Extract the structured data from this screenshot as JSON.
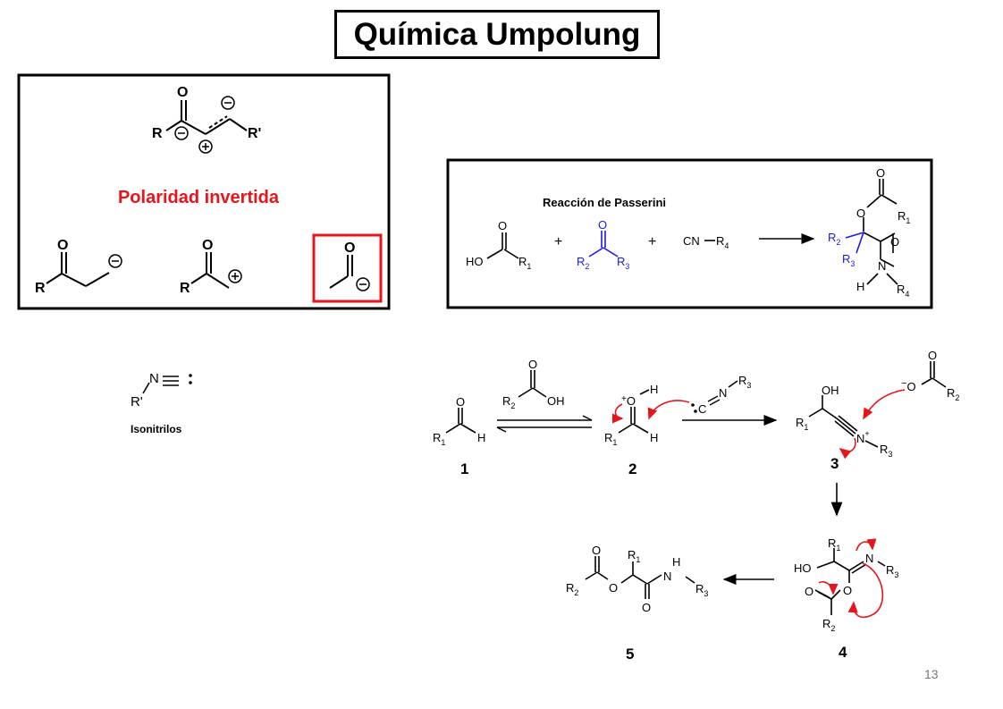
{
  "title": "Química Umpolung",
  "umpolung_box": {
    "polarity_label": "Polaridad invertida",
    "enone": {
      "r": "R",
      "r_prime": "R'",
      "o": "O"
    },
    "example_r": "R",
    "o": "O"
  },
  "passerini_box": {
    "title": "Reacción de Passerini",
    "acid": {
      "ho": "HO",
      "o": "O",
      "r": "R",
      "sub": "1"
    },
    "plus": "+",
    "ketone": {
      "o": "O",
      "r2": "R",
      "r2_sub": "2",
      "r3": "R",
      "r3_sub": "3"
    },
    "isonitrile": {
      "cn": "CN",
      "r": "R",
      "sub": "4"
    },
    "product": {
      "o": "O",
      "r1": "R",
      "r1_sub": "1",
      "r2": "R",
      "r2_sub": "2",
      "r3": "R",
      "r3_sub": "3",
      "h": "H",
      "n": "N",
      "r4": "R",
      "r4_sub": "4"
    }
  },
  "isonitrile_label": "Isonitrilos",
  "isonitrile_structure": {
    "n": "N",
    "r": "R'"
  },
  "mechanism": {
    "labels": [
      "1",
      "2",
      "3",
      "4",
      "5"
    ],
    "c1": {
      "o": "O",
      "r": "R",
      "sub": "1",
      "h": "H"
    },
    "acid": {
      "o": "O",
      "r": "R",
      "sub": "2",
      "oh": "OH"
    },
    "c2": {
      "oh": "O",
      "h": "H",
      "r": "R",
      "sub": "1",
      "hb": "H"
    },
    "iso": {
      "c": "C",
      "n": "N",
      "r": "R",
      "sub": "3"
    },
    "c3": {
      "oh": "OH",
      "r": "R",
      "sub": "1",
      "n": "N",
      "r3": "R",
      "r3sub": "3"
    },
    "carboxylate": {
      "o": "O",
      "r": "R",
      "sub": "2"
    },
    "c4": {
      "r1": "R",
      "r1sub": "1",
      "n": "N",
      "r3": "R",
      "r3sub": "3",
      "ho": "HO",
      "o": "O",
      "r2": "R",
      "r2sub": "2"
    },
    "c5": {
      "o": "O",
      "r2": "R",
      "r2sub": "2",
      "r1": "R",
      "r1sub": "1",
      "h": "H",
      "n": "N",
      "r3": "R",
      "r3sub": "3"
    }
  },
  "page_number": "13",
  "colors": {
    "red": "#e8141b",
    "blue": "#1a1ae6",
    "black": "#000000"
  }
}
